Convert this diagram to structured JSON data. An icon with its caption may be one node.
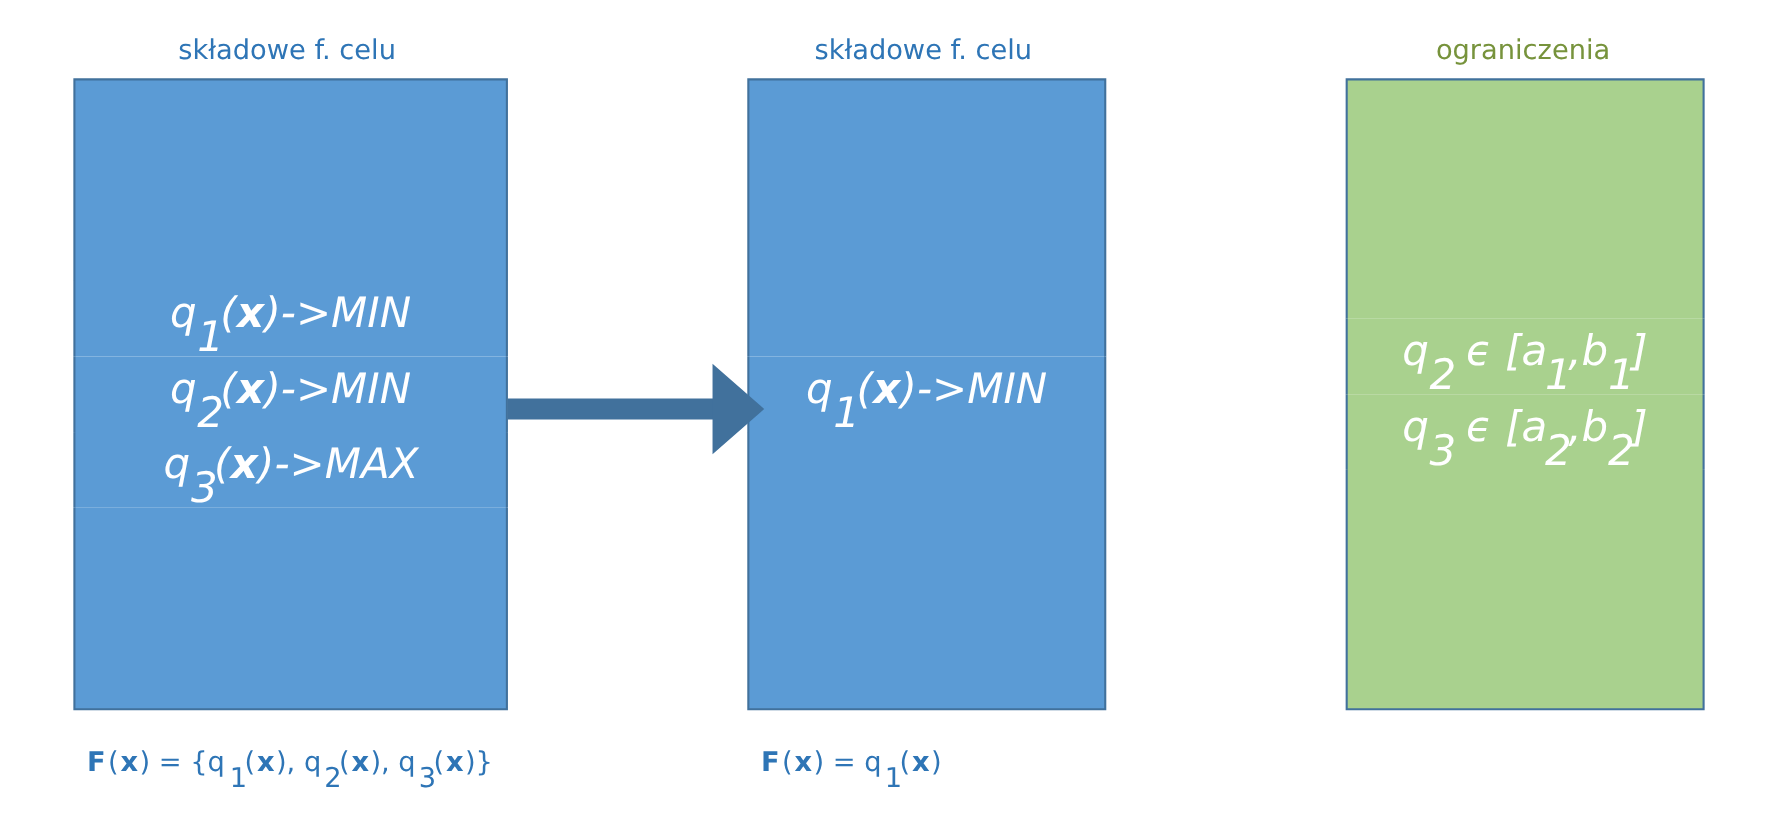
{
  "diagram": {
    "nodes": [
      {
        "text": [
          "składowe f. celu",
          "q$_{1}$(**x**)->MIN",
          "q$_{2}$(**x**)->MIN",
          "q$_{3}$(**x**)->MAX"
        ],
        "beside": [
          "**F**(**x**) = {q$_{1}$(**x**), q$_{2}$(**x**), q$_{3}$(**x**)}"
        ]
      },
      {
        "text": [
          "składowe f. celu",
          "q$_{1}$(**x**)->MIN"
        ],
        "beside": [
          "**F**(**x**) = q$_{1}$(**x**)"
        ]
      },
      {
        "text": [
          "ograniczenia",
          "q$_{2}$ ϵ [a$_{1}$,b$_{1}$]",
          "q$_{3}$ ϵ [a$_{2}$,b$_{2}$]"
        ]
      }
    ],
    "edges": [
      {
        "from": 0,
        "to": 1,
        "arrow": "to"
      }
    ]
  }
}
